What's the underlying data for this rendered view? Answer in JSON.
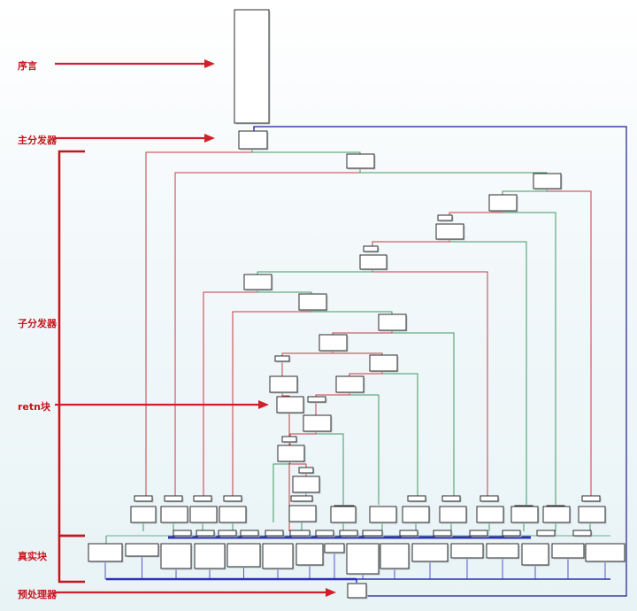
{
  "labels": {
    "prologue": "序言",
    "main_dispatcher": "主分发器",
    "sub_dispatcher": "子分发器",
    "retn_block": "retn块",
    "real_blocks": "真实块",
    "preprocessor": "预处理器"
  },
  "colors": {
    "annotation": "#c4161c",
    "arrow": "#d0202a",
    "branch_taken": "#c83a44",
    "branch_not_taken": "#3f9a63",
    "dispatcher_loop": "#2f2fb8",
    "back_edge": "#1b1b8c",
    "block_border": "#2b2b2b"
  }
}
